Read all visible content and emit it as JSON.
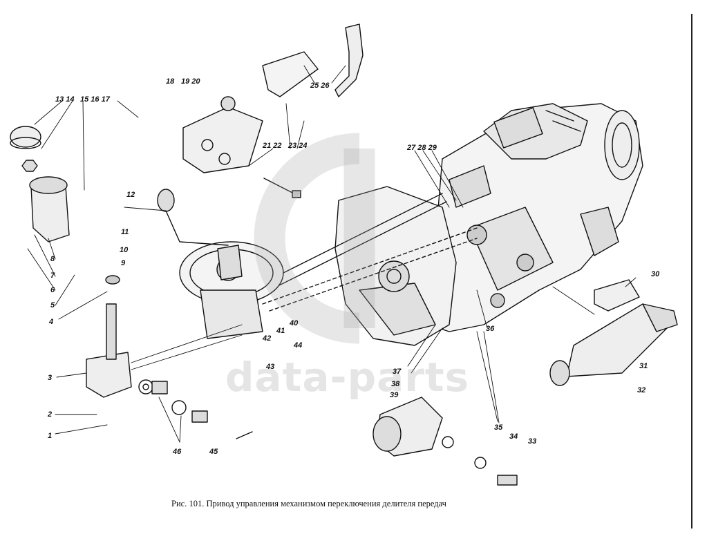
{
  "caption": "Рис. 101. Привод управления механизмом переключения делителя передач",
  "watermark": "data-parts",
  "labels": [
    {
      "id": "1",
      "text": "1"
    },
    {
      "id": "2",
      "text": "2"
    },
    {
      "id": "3",
      "text": "3"
    },
    {
      "id": "4",
      "text": "4"
    },
    {
      "id": "5",
      "text": "5"
    },
    {
      "id": "6",
      "text": "6"
    },
    {
      "id": "7",
      "text": "7"
    },
    {
      "id": "8",
      "text": "8"
    },
    {
      "id": "9",
      "text": "9"
    },
    {
      "id": "10",
      "text": "10"
    },
    {
      "id": "11",
      "text": "11"
    },
    {
      "id": "12",
      "text": "12"
    },
    {
      "id": "13-14",
      "text": "13 14"
    },
    {
      "id": "15-16-17",
      "text": "15 16 17"
    },
    {
      "id": "18",
      "text": "18"
    },
    {
      "id": "19-20",
      "text": "19 20"
    },
    {
      "id": "21-22",
      "text": "21 22"
    },
    {
      "id": "23-24",
      "text": "23 24"
    },
    {
      "id": "25-26",
      "text": "25 26"
    },
    {
      "id": "27-28-29",
      "text": "27 28 29"
    },
    {
      "id": "30",
      "text": "30"
    },
    {
      "id": "31",
      "text": "31"
    },
    {
      "id": "32",
      "text": "32"
    },
    {
      "id": "33",
      "text": "33"
    },
    {
      "id": "34",
      "text": "34"
    },
    {
      "id": "35",
      "text": "35"
    },
    {
      "id": "36",
      "text": "36"
    },
    {
      "id": "37",
      "text": "37"
    },
    {
      "id": "38",
      "text": "38"
    },
    {
      "id": "39",
      "text": "39"
    },
    {
      "id": "40",
      "text": "40"
    },
    {
      "id": "41",
      "text": "41"
    },
    {
      "id": "42",
      "text": "42"
    },
    {
      "id": "43",
      "text": "43"
    },
    {
      "id": "44",
      "text": "44"
    },
    {
      "id": "45",
      "text": "45"
    },
    {
      "id": "46",
      "text": "46"
    }
  ],
  "colors": {
    "ink": "#111111",
    "watermark": "#a0a0a0",
    "paper": "#ffffff"
  }
}
